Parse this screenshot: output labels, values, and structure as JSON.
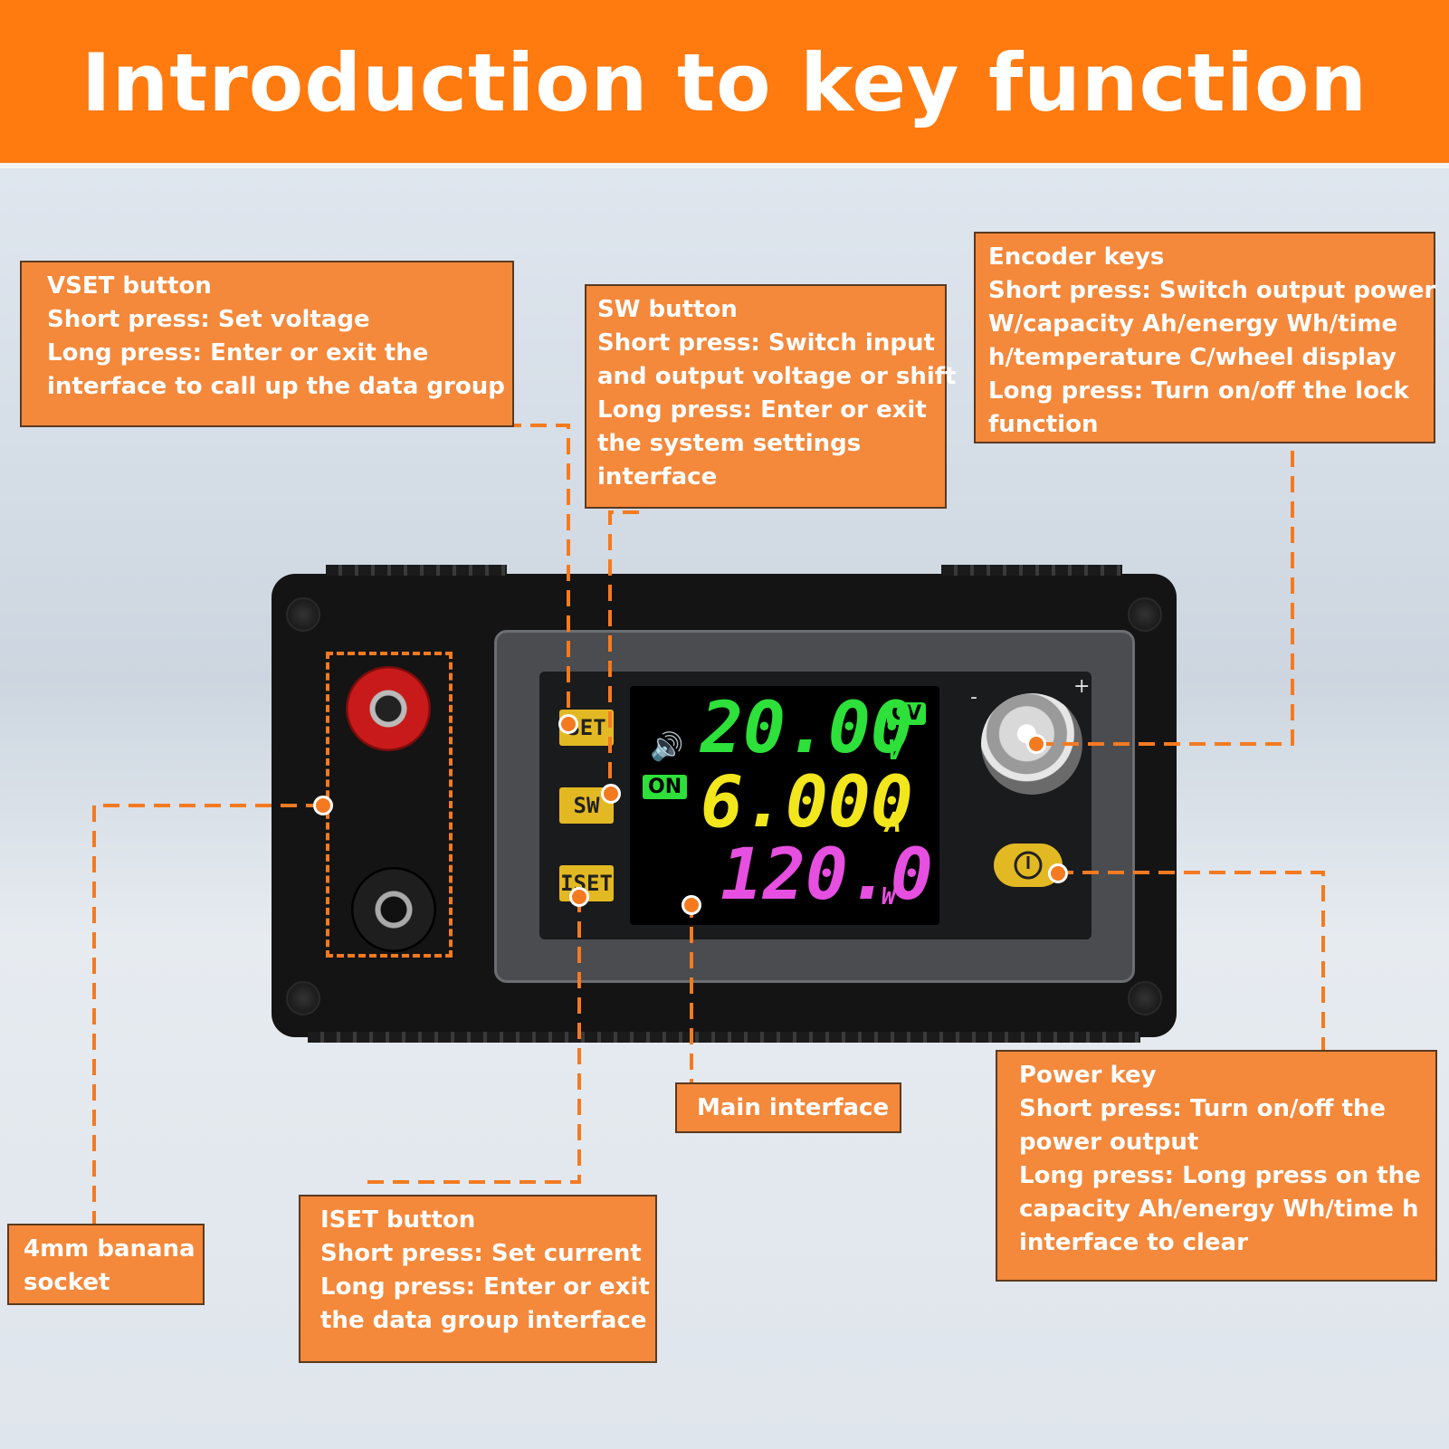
{
  "title": "Introduction to key function",
  "callouts": {
    "vset": [
      "VSET button",
      "Short press: Set voltage",
      "Long press: Enter or exit the",
      "interface to call up the data group"
    ],
    "sw": [
      "SW button",
      "Short press: Switch input",
      "and output voltage or shift",
      "Long press: Enter or exit",
      "the system settings",
      "interface"
    ],
    "encoder": [
      "Encoder keys",
      "Short press: Switch output power",
      "W/capacity Ah/energy Wh/time",
      "h/temperature C/wheel display",
      "Long press: Turn on/off the lock",
      "function"
    ],
    "main": [
      "Main interface"
    ],
    "power": [
      "Power key",
      "Short press: Turn on/off the",
      "power output",
      "Long press: Long press on the",
      "capacity Ah/energy Wh/time h",
      "interface to clear"
    ],
    "iset": [
      "ISET button",
      "Short press: Set current",
      "Long press: Enter or exit",
      "the data group interface"
    ],
    "banana": [
      "4mm banana",
      "socket"
    ]
  },
  "device": {
    "keys": {
      "set": "SET",
      "sw": "SW",
      "iset": "ISET"
    },
    "display": {
      "voltage": "20.00",
      "voltage_unit": "V",
      "current": "6.000",
      "current_unit": "A",
      "power": "120.0",
      "power_unit": "W",
      "mode_badge": "CV",
      "on_badge": "ON"
    },
    "encoder_marks": {
      "minus": "-",
      "plus": "+"
    }
  },
  "colors": {
    "banner": "#ff7a0f",
    "callout": "#f4883b",
    "voltage": "#2de03a",
    "current": "#f2e61c",
    "power": "#e64fe0",
    "key": "#e3b923"
  },
  "icons": [
    "speaker-icon",
    "power-icon"
  ]
}
